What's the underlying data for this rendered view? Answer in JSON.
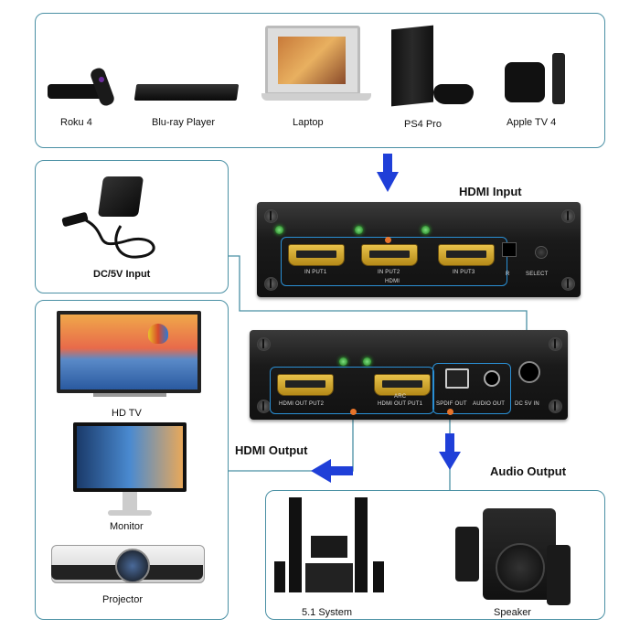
{
  "sources": {
    "roku": "Roku 4",
    "bluray": "Blu-ray Player",
    "laptop": "Laptop",
    "ps4": "PS4 Pro",
    "appletv": "Apple TV 4"
  },
  "power": {
    "label": "DC/5V Input"
  },
  "displays": {
    "hdtv": "HD TV",
    "monitor": "Monitor",
    "projector": "Projector"
  },
  "audio_devices": {
    "system": "5.1 System",
    "speaker": "Speaker"
  },
  "headings": {
    "hdmi_input": "HDMI Input",
    "hdmi_output": "HDMI Output",
    "audio_output": "Audio Output"
  },
  "front_panel": {
    "input1": "IN PUT1",
    "input2": "IN PUT2",
    "input3": "IN PUT3",
    "hdmi": "HDMI",
    "r": "R",
    "select": "SELECT"
  },
  "back_panel": {
    "out2": "HDMI OUT PUT2",
    "arc": "ARC",
    "out1": "HDMI OUT PUT1",
    "spdif": "SPDIF OUT",
    "audio_out": "AUDIO OUT",
    "dc": "DC 5V IN"
  },
  "colors": {
    "panel_border": "#4a90a4",
    "arrow": "#1f3fd8",
    "highlight": "#2a8fd4",
    "connector_dot": "#e8742a"
  }
}
